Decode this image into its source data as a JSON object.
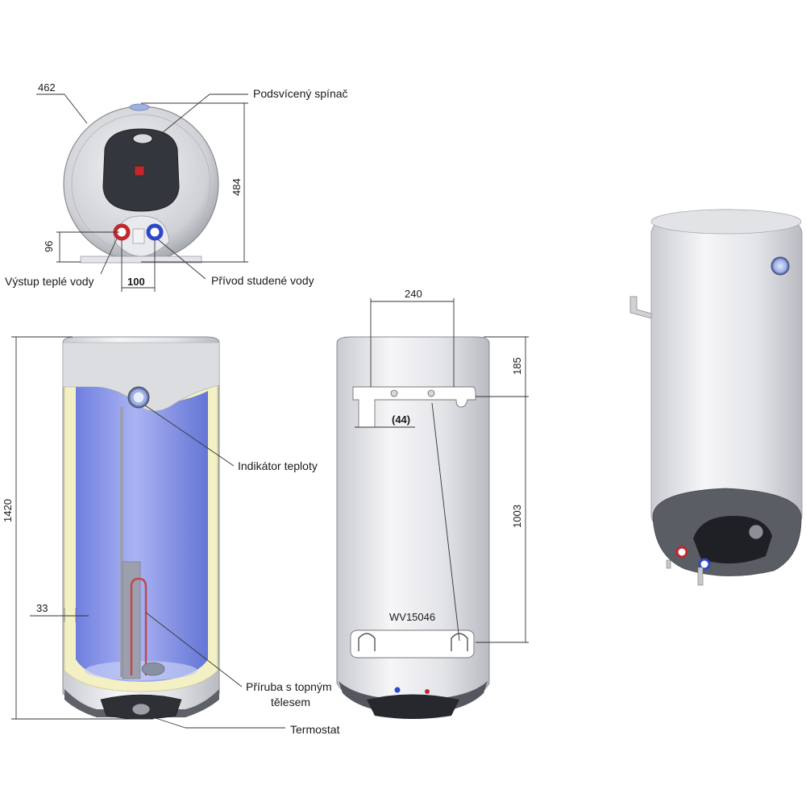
{
  "labels": {
    "backlit_switch": "Podsvícený spínač",
    "hot_outlet": "Výstup teplé vody",
    "cold_inlet": "Přívod studené vody",
    "temp_indicator": "Indikátor teploty",
    "flange_line1": "Příruba s topným",
    "flange_line2": "tělesem",
    "thermostat": "Termostat",
    "model_code": "WV15046"
  },
  "dimensions": {
    "diameter": "462",
    "top_height": "484",
    "pipe_height": "96",
    "pipe_spacing": "100",
    "total_height": "1420",
    "insulation": "33",
    "bracket_width": "240",
    "top_to_bracket": "185",
    "bracket_spacing": "1003",
    "hook_offset": "(44)"
  },
  "colors": {
    "tank_body": "#e8e9ed",
    "water_blue": "#8f9bea",
    "insulation_yellow": "#f3f1c4",
    "dark_panel": "#2b2d33",
    "hot_red": "#c0282d",
    "cold_blue": "#2c48c9"
  }
}
